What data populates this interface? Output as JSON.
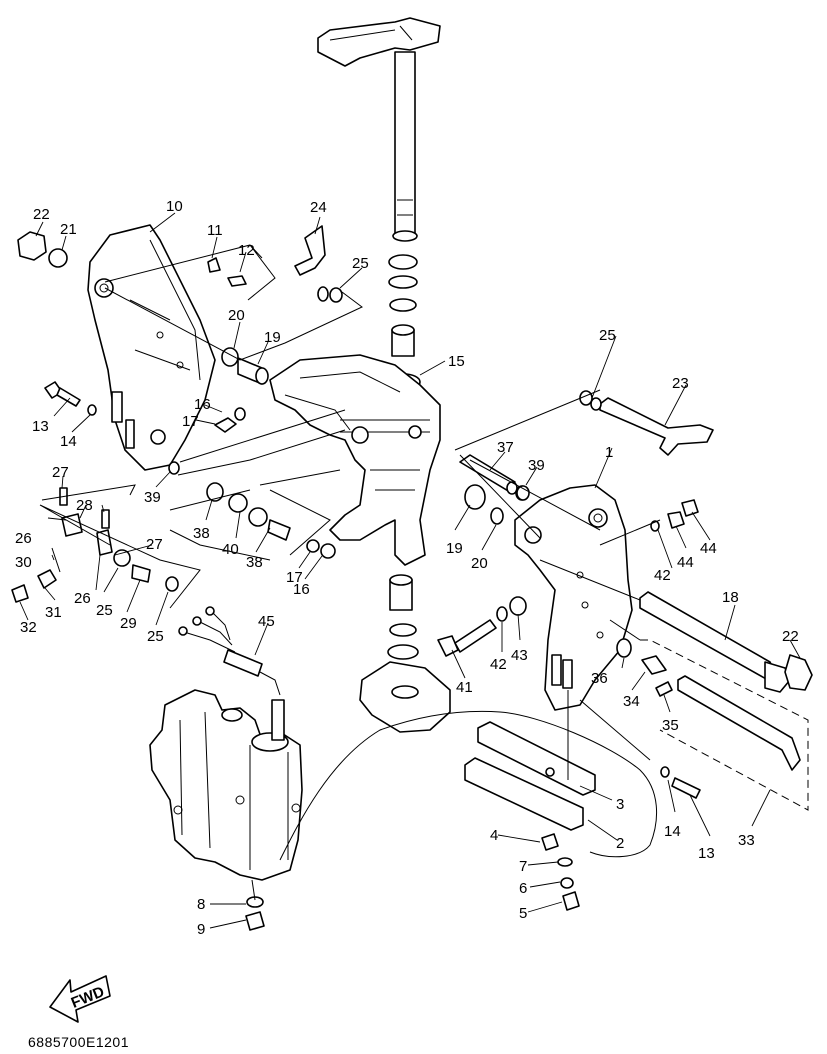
{
  "diagram": {
    "callouts": [
      "22",
      "21",
      "10",
      "11",
      "12",
      "24",
      "25",
      "20",
      "19",
      "15",
      "13",
      "14",
      "16",
      "17",
      "39",
      "27",
      "28",
      "26",
      "30",
      "31",
      "32",
      "29",
      "38",
      "40",
      "37",
      "1",
      "25",
      "23",
      "42",
      "44",
      "43",
      "41",
      "36",
      "34",
      "35",
      "18",
      "3",
      "2",
      "4",
      "7",
      "6",
      "5",
      "8",
      "9",
      "33",
      "45"
    ],
    "fwd_label": "FWD",
    "drawing_code": "6885700E1201"
  }
}
